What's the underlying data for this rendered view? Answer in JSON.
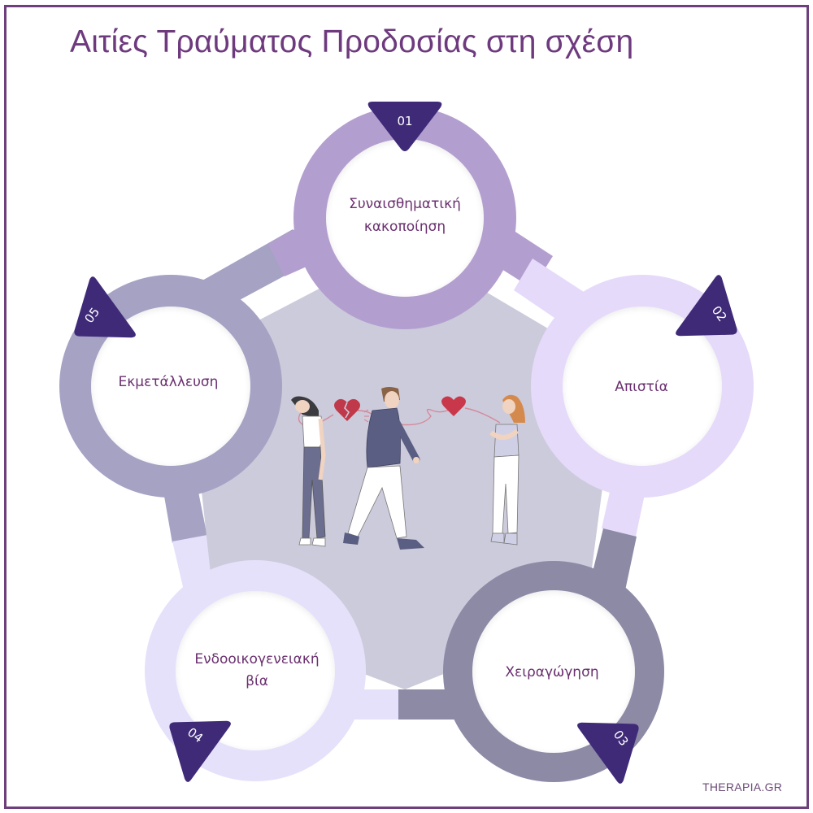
{
  "title": "Αιτίες Τραύματος Προδοσίας στη σχέση",
  "brand": "THERAPIA.GR",
  "colors": {
    "frame": "#6e3f7c",
    "title": "#6e3a7e",
    "label": "#6a2f6f",
    "badge": "#3f2a78",
    "pentagon_fill": "#cccbdb",
    "circle_1": "#b39fcf",
    "circle_2": "#e6dafa",
    "circle_3": "#8d8aa6",
    "circle_4": "#e6e1fb",
    "circle_5": "#a5a2c4"
  },
  "items": [
    {
      "number": "01",
      "label_lines": [
        "Συναισθηματική",
        "κακοποίηση"
      ]
    },
    {
      "number": "02",
      "label_lines": [
        "Απιστία"
      ]
    },
    {
      "number": "03",
      "label_lines": [
        "Χειραγώγηση"
      ]
    },
    {
      "number": "04",
      "label_lines": [
        "Ενδοοικογενειακή",
        "βία"
      ]
    },
    {
      "number": "05",
      "label_lines": [
        "Εκμετάλλευση"
      ]
    }
  ],
  "illustration": {
    "description": "three figures: sad woman with broken heart, man walking away, woman with whole heart",
    "icons": [
      "broken-heart-icon",
      "heart-icon"
    ]
  }
}
